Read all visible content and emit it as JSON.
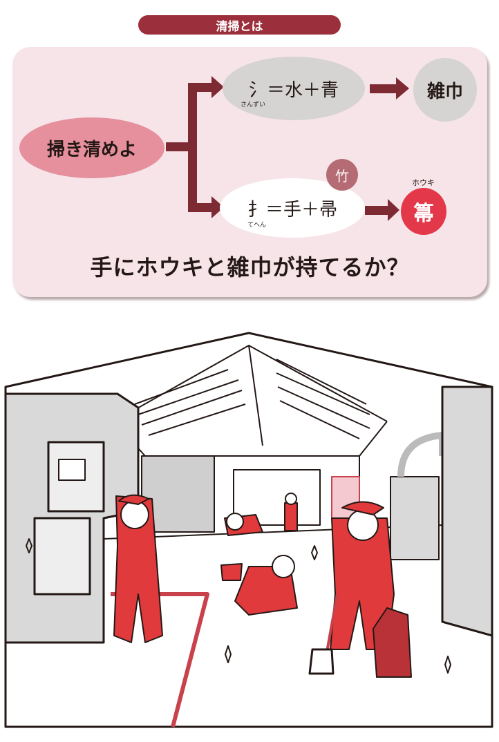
{
  "header": {
    "title": "清掃とは"
  },
  "diagram": {
    "root": "掃き清めよ",
    "top_branch": {
      "formula": "氵＝水＋青",
      "reading": "さんずい",
      "result": "雑巾"
    },
    "bottom_branch": {
      "formula": "扌＝手＋帚",
      "reading": "てへん",
      "addition": "竹",
      "result": "箒",
      "result_reading": "ホウキ"
    },
    "question": "手にホウキと雑巾が持てるか？"
  },
  "colors": {
    "accent": "#9b2f3c",
    "pink": "#e5909c",
    "red": "#e2384a",
    "card": "#f6e4e8",
    "worker": "#e03a3c"
  }
}
